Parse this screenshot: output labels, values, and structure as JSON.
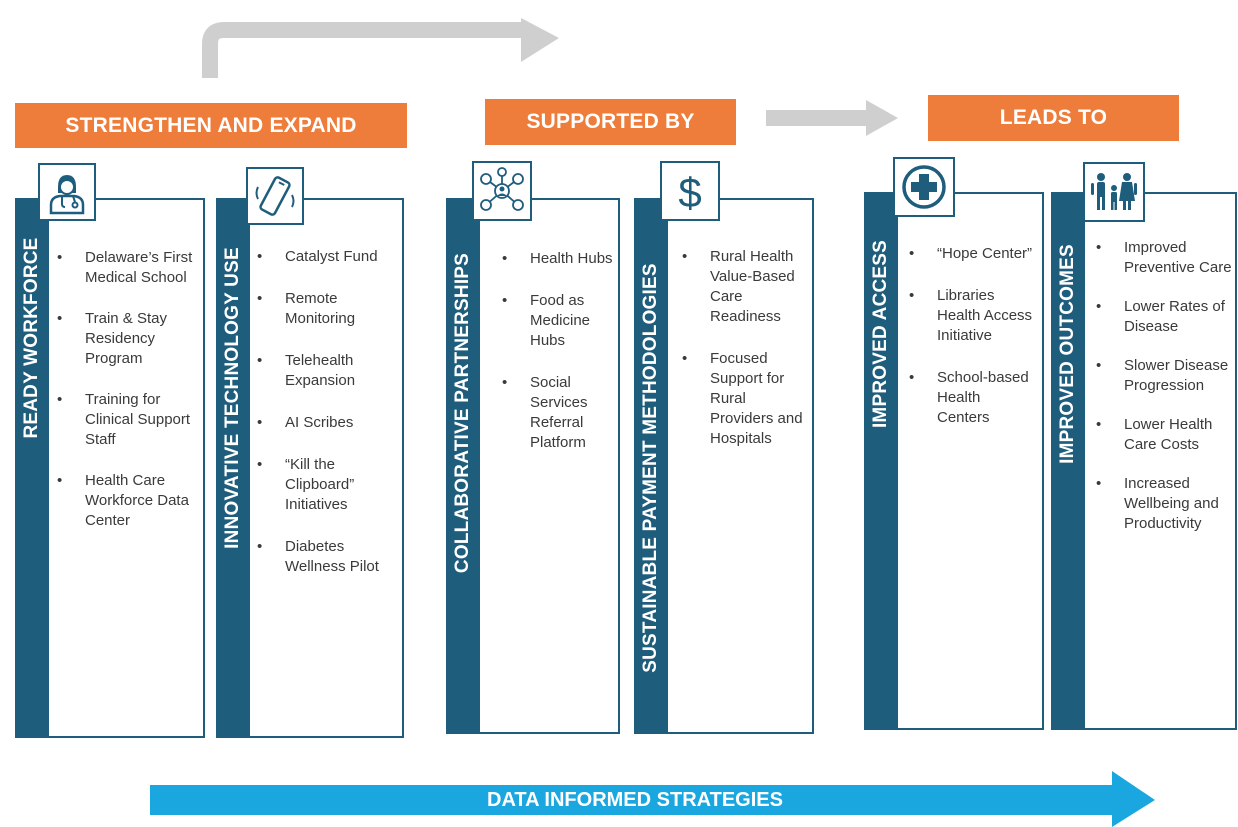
{
  "banners": {
    "strengthen": "STRENGTHEN AND EXPAND",
    "supported": "SUPPORTED BY",
    "leads": "LEADS TO"
  },
  "columns": [
    {
      "title": "READY WORKFORCE",
      "icon": "doctor-icon",
      "items": [
        "Delaware’s First Medical School",
        "Train & Stay Residency Program",
        "Training for Clinical Support Staff",
        "Health Care Workforce Data Center"
      ]
    },
    {
      "title": "INNOVATIVE TECHNOLOGY USE",
      "icon": "phone-icon",
      "items": [
        "Catalyst Fund",
        "Remote Monitoring",
        "Telehealth Expansion",
        "AI Scribes",
        "“Kill the Clipboard” Initiatives",
        "Diabetes Wellness Pilot"
      ]
    },
    {
      "title": "COLLABORATIVE PARTNERSHIPS",
      "icon": "network-icon",
      "items": [
        "Health Hubs",
        "Food as Medicine Hubs",
        "Social Services Referral Platform"
      ]
    },
    {
      "title": "SUSTAINABLE PAYMENT METHODOLOGIES",
      "icon": "dollar-icon",
      "items": [
        "Rural Health Value-Based Care Readiness",
        "Focused Support for Rural Providers and Hospitals"
      ]
    },
    {
      "title": "IMPROVED ACCESS",
      "icon": "medical-cross-icon",
      "items": [
        "“Hope Center”",
        "Libraries Health Access Initiative",
        "School-based Health Centers"
      ]
    },
    {
      "title": "IMPROVED OUTCOMES",
      "icon": "family-icon",
      "items": [
        "Improved Preventive Care",
        "Lower Rates of Disease",
        "Slower Disease Progression",
        "Lower Health Care Costs",
        "Increased Wellbeing and Productivity"
      ]
    }
  ],
  "footer": {
    "label": "DATA INFORMED STRATEGIES"
  },
  "colors": {
    "orange": "#ee7d3b",
    "navy": "#1f5d7d",
    "cyan": "#1aa7e0",
    "gray_arrow": "#cfcfcf"
  }
}
